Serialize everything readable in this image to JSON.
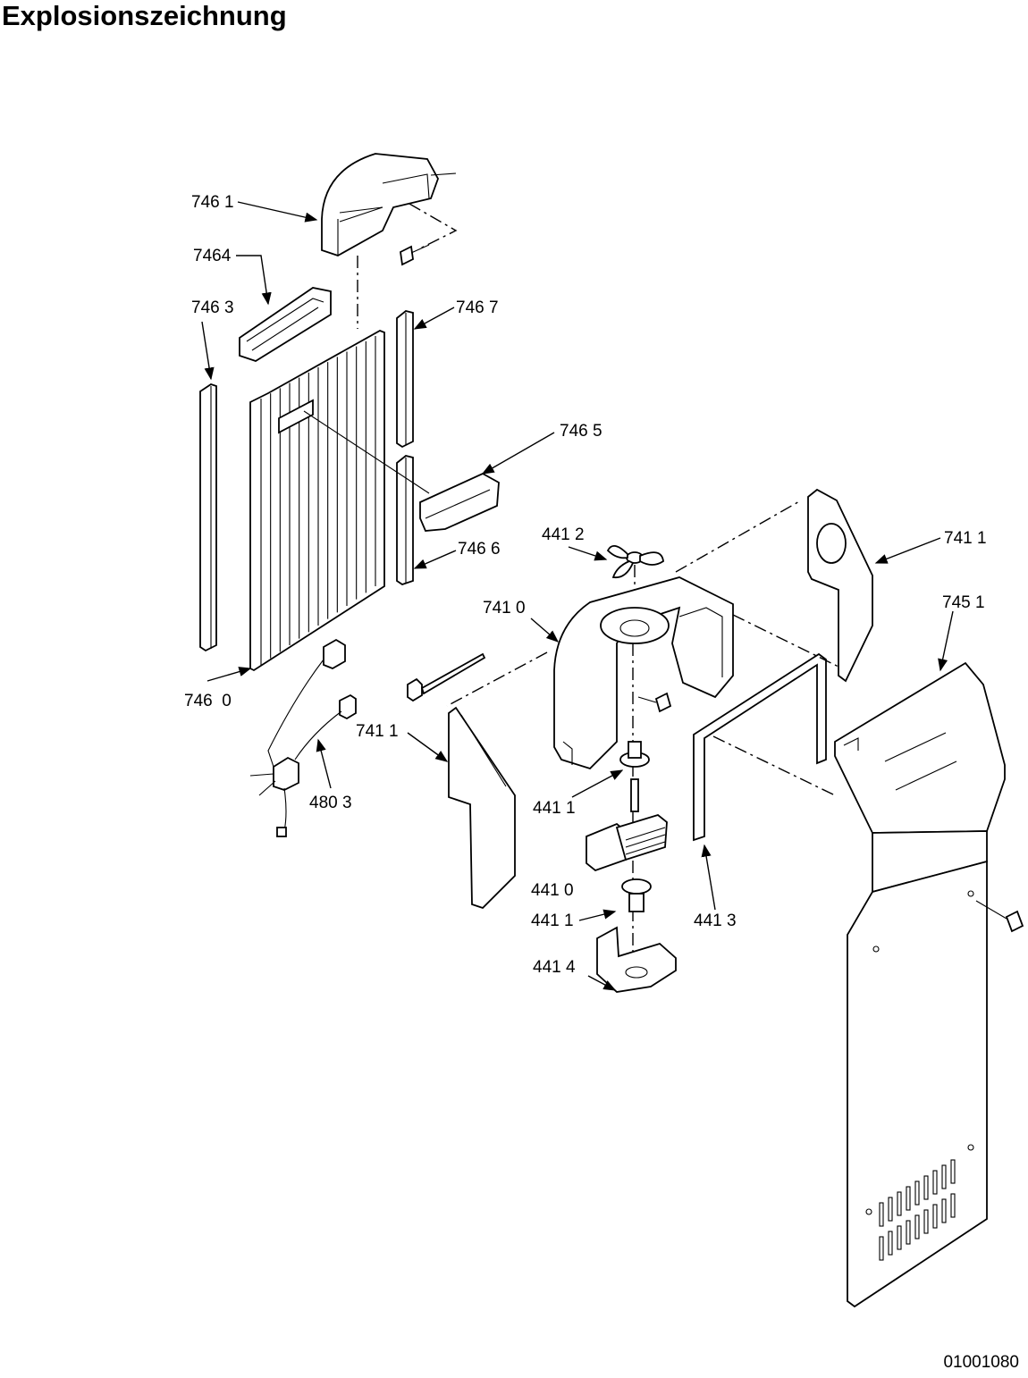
{
  "title": "Explosionszeichnung",
  "doc_number": "01001080",
  "labels": {
    "l7461": "746 1",
    "l7464": "7464",
    "l7463": "746 3",
    "l7467": "746 7",
    "l7465": "746 5",
    "l4412": "441 2",
    "l7466": "746 6",
    "l7411a": "741 1",
    "l7451": "745 1",
    "l7410": "741 0",
    "l7460": "746  0",
    "l7411b": "741 1",
    "l4803": "480 3",
    "l4411a": "441 1",
    "l4410": "441 0",
    "l4411b": "441 1",
    "l4413": "441 3",
    "l4414": "441 4"
  }
}
